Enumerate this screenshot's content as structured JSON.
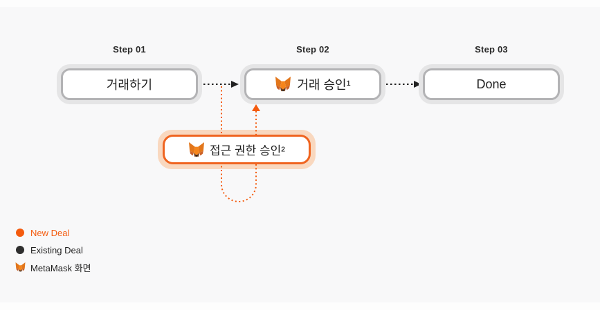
{
  "colors": {
    "accent_orange": "#f45b0e",
    "orange_border": "#ef6420",
    "orange_halo": "#f9d8bf",
    "gray_border": "#b3b3b5",
    "gray_halo": "#e5e5e6",
    "arrow_dark": "#222222",
    "ink": "#1e1e1e",
    "panel_bg": "#f8f8f9"
  },
  "steps": [
    {
      "label": "Step 01",
      "box_text": "거래하기",
      "has_fox": false
    },
    {
      "label": "Step 02",
      "box_text": "거래 승인¹",
      "has_fox": true
    },
    {
      "label": "Step 03",
      "box_text": "Done",
      "has_fox": false
    }
  ],
  "branch_box": {
    "box_text": "접근 권한 승인²",
    "has_fox": true
  },
  "legend": [
    {
      "marker": "dot-orange",
      "label": "New Deal"
    },
    {
      "marker": "dot-dark",
      "label": "Existing Deal"
    },
    {
      "marker": "metamask-fox",
      "label": "MetaMask 화면"
    }
  ]
}
